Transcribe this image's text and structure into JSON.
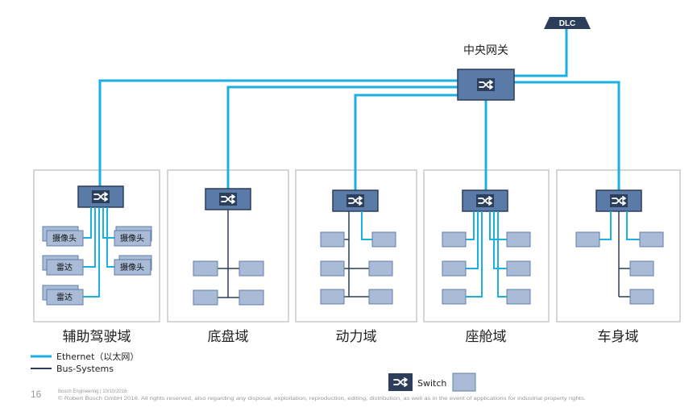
{
  "gateway": {
    "label": "中央网关"
  },
  "dlc": {
    "label": "DLC"
  },
  "domains": [
    {
      "label": "辅助驾驶域"
    },
    {
      "label": "底盘域"
    },
    {
      "label": "动力域"
    },
    {
      "label": "座舱域"
    },
    {
      "label": "车身域"
    }
  ],
  "adas_nodes": [
    "摄像头",
    "摄像头",
    "雷达",
    "摄像头",
    "雷达"
  ],
  "legend": {
    "ethernet": "Ethernet（以太网）",
    "bus": "Bus-Systems",
    "switch": "Switch"
  },
  "footer": {
    "page": "16",
    "org": "Bosch Engineering | 10/10/2016",
    "copyright": "© Robert Bosch GmbH 2016. All rights reserved, also regarding any disposal, exploitation, reproduction, editing, distribution, as well as in the event of applications for industrial property rights."
  },
  "colors": {
    "ethernet": "#1ab0e0",
    "bus": "#2c3e5a",
    "switch_fill": "#5a7ba8",
    "node_fill": "#a9bbd6",
    "node_border": "#5f7fa8",
    "panel_border": "#c8c8c8"
  },
  "icons": [
    "switch-icon"
  ]
}
